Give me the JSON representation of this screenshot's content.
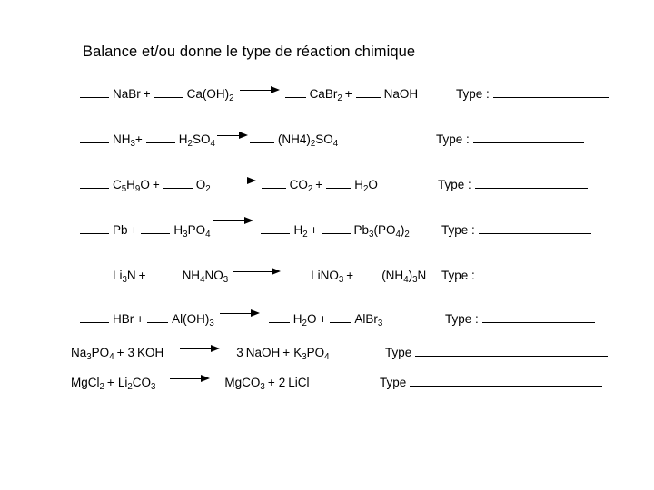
{
  "document": {
    "title": "Balance et/ou donne le type de réaction chimique",
    "background_color": "#ffffff",
    "text_color": "#000000"
  },
  "equations": [
    {
      "id": "eq-1",
      "reactants": "____ NaBr + ____ Ca(OH)2",
      "products": "___ CaBr2 + ____ NaOH",
      "arrow": "right-arrow",
      "type_label": "Type :",
      "type_value": ""
    },
    {
      "id": "eq-2",
      "reactants": "____ NH3+ ____ H2SO4",
      "products": "____ (NH4)2SO4",
      "arrow": "right-arrow",
      "type_label": "Type :",
      "type_value": ""
    },
    {
      "id": "eq-3",
      "reactants": "____ C5H9O + ____ O2",
      "products": "____ CO2 + ____ H2O",
      "arrow": "right-arrow",
      "type_label": "Type :",
      "type_value": ""
    },
    {
      "id": "eq-4",
      "reactants": "____ Pb + ____ H3PO4",
      "products": "____ H2 + ____ Pb3(PO4)2",
      "arrow": "right-arrow",
      "type_label": "Type :",
      "type_value": ""
    },
    {
      "id": "eq-5",
      "reactants": "____ Li3N + ____ NH4NO3",
      "products": "___ LiNO3 + ___ (NH4)3N",
      "arrow": "right-arrow",
      "type_label": "Type :",
      "type_value": ""
    },
    {
      "id": "eq-6",
      "reactants": "____ HBr + ___ Al(OH)3",
      "products": "___ H2O + ___ AlBr3",
      "arrow": "right-arrow",
      "type_label": "Type :",
      "type_value": ""
    },
    {
      "id": "eq-7",
      "reactants": "Na3PO4 + 3 KOH",
      "products": "3 NaOH + K3PO4",
      "arrow": "right-arrow",
      "type_label": "Type",
      "type_value": ""
    },
    {
      "id": "eq-8",
      "reactants": "MgCl2 + Li2CO3",
      "products": "MgCO3 + 2 LiCl",
      "arrow": "right-arrow",
      "type_label": "Type",
      "type_value": ""
    }
  ],
  "formula_parts": {
    "eq1": {
      "r1": "NaBr",
      "plus1": "+",
      "r2": "Ca(OH)",
      "r2sub": "2",
      "p1": "CaBr",
      "p1sub": "2",
      "plus2": "+",
      "p2": "NaOH"
    },
    "eq2": {
      "r1": "NH",
      "r1sub": "3",
      "plus1": "+",
      "r2a": "H",
      "r2suba": "2",
      "r2b": "SO",
      "r2subb": "4",
      "p1a": "(NH4)",
      "p1sub": "2",
      "p1b": "SO",
      "p1subb": "4"
    },
    "eq3": {
      "r1a": "C",
      "r1suba": "5",
      "r1b": "H",
      "r1subb": "9",
      "r1c": "O",
      "plus1": "+",
      "r2": "O",
      "r2sub": "2",
      "p1": "CO",
      "p1sub": "2",
      "plus2": "+",
      "p2a": "H",
      "p2suba": "2",
      "p2b": "O"
    },
    "eq4": {
      "r1": "Pb",
      "plus1": "+",
      "r2a": "H",
      "r2suba": "3",
      "r2b": "PO",
      "r2subb": "4",
      "p1": "H",
      "p1sub": "2",
      "plus2": "+",
      "p2a": "Pb",
      "p2suba": "3",
      "p2b": "(PO",
      "p2subb": "4",
      "p2c": ")",
      "p2subc": "2"
    },
    "eq5": {
      "r1a": "Li",
      "r1suba": "3",
      "r1b": "N",
      "plus1": "+",
      "r2a": "NH",
      "r2suba": "4",
      "r2b": "NO",
      "r2subb": "3",
      "p1": "LiNO",
      "p1sub": "3",
      "plus2": "+",
      "p2a": "(NH",
      "p2suba": "4",
      "p2b": ")",
      "p2subb": "3",
      "p2c": "N"
    },
    "eq6": {
      "r1": "HBr",
      "plus1": "+",
      "r2": "Al(OH)",
      "r2sub": "3",
      "p1a": "H",
      "p1suba": "2",
      "p1b": "O",
      "plus2": "+",
      "p2": "AlBr",
      "p2sub": "3"
    },
    "eq7": {
      "r1a": "Na",
      "r1suba": "3",
      "r1b": "PO",
      "r1subb": "4",
      "plus1": "+",
      "r2coef": "3",
      "r2": "KOH",
      "p1coef": "3",
      "p1": "NaOH",
      "plus2": "+",
      "p2a": "K",
      "p2suba": "3",
      "p2b": "PO",
      "p2subb": "4"
    },
    "eq8": {
      "r1a": "MgCl",
      "r1suba": "2",
      "plus1": "+",
      "r2a": "Li",
      "r2suba": "2",
      "r2b": "CO",
      "r2subb": "3",
      "p1a": "MgCO",
      "p1suba": "3",
      "plus2": "+",
      "p2coef": "2",
      "p2": "LiCl"
    }
  }
}
